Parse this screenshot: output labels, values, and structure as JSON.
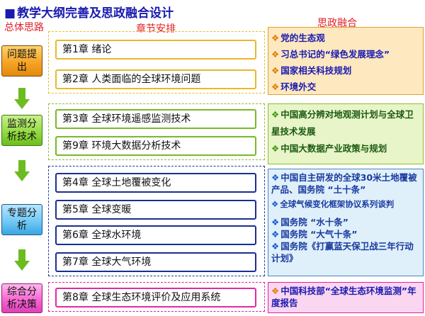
{
  "title": "教学大纲完善及思政融合设计",
  "headers": {
    "left": "总体思路",
    "middle": "章节安排",
    "right": "思政融合"
  },
  "stages": [
    {
      "label": "问题提出"
    },
    {
      "label": "监测分析技术"
    },
    {
      "label": "专题分析"
    },
    {
      "label": "综合分析决策"
    }
  ],
  "chapters": [
    {
      "label": "第1章  绪论"
    },
    {
      "label": "第2章  人类面临的全球环境问题"
    },
    {
      "label": "第3章  全球环境遥感监测技术"
    },
    {
      "label": "第9章  环境大数据分析技术"
    },
    {
      "label": "第4章  全球土地覆被变化"
    },
    {
      "label": "第5章  全球变暖"
    },
    {
      "label": "第6章  全球水环境"
    },
    {
      "label": "第7章  全球大气环境"
    },
    {
      "label": "第8章  全球生态环境评价及应用系统"
    }
  ],
  "ideology": {
    "group1": [
      "党的生态观",
      "习总书记的“绿色发展理念”",
      "国家相关科技规划",
      "环境外交"
    ],
    "group2": [
      "中国高分辨对地观测计划与全球卫星技术发展",
      "中国大数据产业政策与规划"
    ],
    "group3": [
      "中国自主研发的全球30米土地覆被产品、国务院 “土十条”",
      "全球气候变化框架协议系列谈判",
      "国务院 “水十条”",
      "国务院 “大气十条”",
      "国务院《打赢蓝天保卫战三年行动计划》"
    ],
    "group4": [
      "中国科技部“全球生态环境监测”年度报告"
    ]
  },
  "colors": {
    "title": "#1a1ab0",
    "header": "#e0202a",
    "arrow": "#6cbc20"
  }
}
